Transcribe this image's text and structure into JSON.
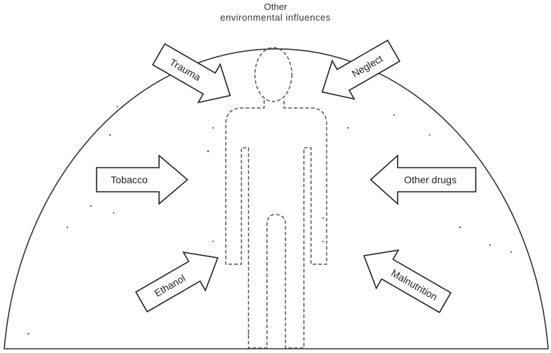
{
  "diagram": {
    "title_line1": "Other",
    "title_line2": "environmental influences",
    "influences": {
      "trauma": "Trauma",
      "neglect": "Neglect",
      "tobacco": "Tobacco",
      "other_drugs": "Other drugs",
      "ethanol": "Ethanol",
      "malnutrition": "Malnutrition"
    }
  }
}
